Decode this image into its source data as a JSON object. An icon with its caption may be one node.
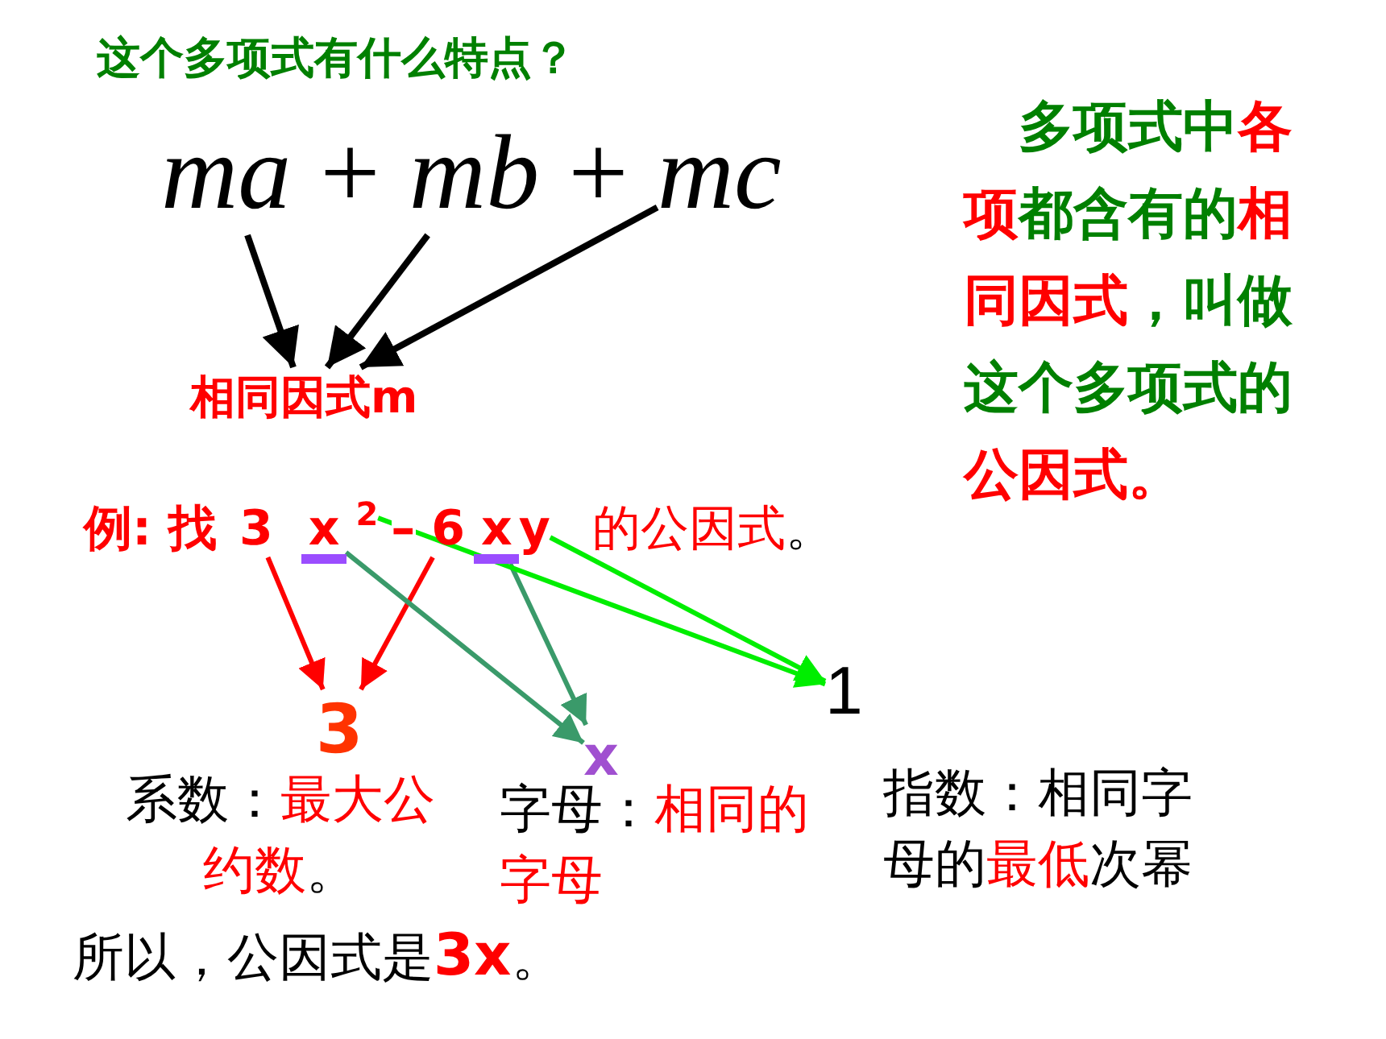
{
  "diagram": {
    "title": "这个多项式有什么特点？",
    "nodes": [
      {
        "text": [
          "ma"
        ]
      },
      {
        "text": [
          "mb"
        ]
      },
      {
        "text": [
          "mc"
        ]
      },
      {
        "text": [
          "相同因式m"
        ]
      },
      {
        "text": [
          "3"
        ]
      },
      {
        "text": [
          "x"
        ]
      },
      {
        "text": [
          "2"
        ]
      },
      {
        "text": [
          "6"
        ]
      },
      {
        "text": [
          "x"
        ]
      },
      {
        "text": [
          "y"
        ]
      },
      {
        "text": [
          "3"
        ]
      },
      {
        "text": [
          "x"
        ]
      },
      {
        "text": [
          "1"
        ]
      }
    ],
    "edges": [
      {
        "from": 0,
        "to": 3,
        "arrow": "to",
        "color": "#000000"
      },
      {
        "from": 1,
        "to": 3,
        "arrow": "to",
        "color": "#000000"
      },
      {
        "from": 2,
        "to": 3,
        "arrow": "to",
        "color": "#000000"
      },
      {
        "from": 4,
        "to": 10,
        "arrow": "to",
        "color": "#ff0000"
      },
      {
        "from": 7,
        "to": 10,
        "arrow": "to",
        "color": "#ff0000"
      },
      {
        "from": 5,
        "to": 11,
        "arrow": "to",
        "color": "#3a9a6a"
      },
      {
        "from": 8,
        "to": 11,
        "arrow": "to",
        "color": "#3a9a6a"
      },
      {
        "from": 6,
        "to": 12,
        "arrow": "to",
        "color": "#00ee00"
      },
      {
        "from": 9,
        "to": 12,
        "arrow": "to",
        "color": "#00ee00"
      }
    ],
    "labels": [
      "+",
      "+",
      "多项式中",
      "各项",
      "都含有的",
      "相同因式",
      "，叫做这个多项式的",
      "公因式。",
      "例: 找",
      "–",
      "的公因式",
      "。",
      "系数：",
      "最大公约数",
      "。",
      "字母：",
      "相同的字母",
      "指数：相同字母的",
      "最低",
      "次幂",
      "所以，公因式是",
      "3x",
      "。"
    ]
  }
}
